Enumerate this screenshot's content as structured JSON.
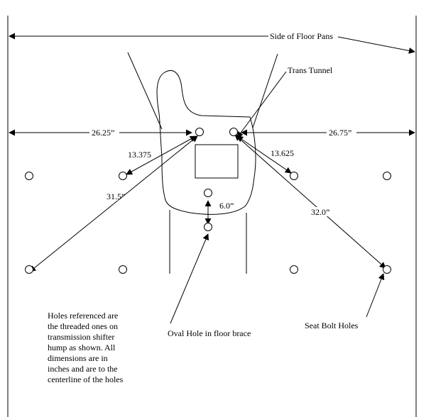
{
  "labels": {
    "side_of_floor_pans": "Side of Floor Pans",
    "trans_tunnel": "Trans Tunnel",
    "dim_left": "26.25”",
    "dim_right": "26.75”",
    "dim_13_375": "13.375",
    "dim_13_625": "13.625",
    "dim_31_5": "31.5”",
    "dim_32_0": "32.0”",
    "dim_6_0": "6.0”",
    "oval_hole": "Oval Hole in floor brace",
    "seat_bolt_holes": "Seat Bolt Holes"
  },
  "note": {
    "lines": [
      "Holes referenced are",
      "the threaded ones on",
      "transmission shifter",
      "hump as shown. All",
      "dimensions are in",
      "inches and are to the",
      "centerline of the holes"
    ]
  }
}
